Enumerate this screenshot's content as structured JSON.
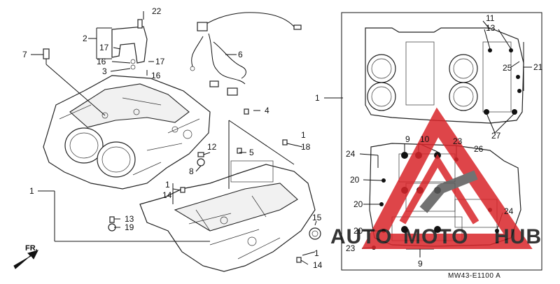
{
  "diagram": {
    "callouts": [
      {
        "id": "c22",
        "text": "22"
      },
      {
        "id": "c2",
        "text": "2"
      },
      {
        "id": "c17a",
        "text": "17"
      },
      {
        "id": "c17b",
        "text": "17"
      },
      {
        "id": "c7",
        "text": "7"
      },
      {
        "id": "c16a",
        "text": "16"
      },
      {
        "id": "c16b",
        "text": "16"
      },
      {
        "id": "c3",
        "text": "3"
      },
      {
        "id": "c6",
        "text": "6"
      },
      {
        "id": "c4",
        "text": "4"
      },
      {
        "id": "c1a",
        "text": "1"
      },
      {
        "id": "c18",
        "text": "18"
      },
      {
        "id": "c12",
        "text": "12"
      },
      {
        "id": "c5",
        "text": "5"
      },
      {
        "id": "c8",
        "text": "8"
      },
      {
        "id": "c1b",
        "text": "1"
      },
      {
        "id": "c14a",
        "text": "14"
      },
      {
        "id": "c1c",
        "text": "1"
      },
      {
        "id": "c13",
        "text": "13"
      },
      {
        "id": "c19",
        "text": "19"
      },
      {
        "id": "c15",
        "text": "15"
      },
      {
        "id": "c1d",
        "text": "1"
      },
      {
        "id": "c14b",
        "text": "14"
      },
      {
        "id": "c1e",
        "text": "1"
      },
      {
        "id": "r11",
        "text": "11"
      },
      {
        "id": "r13",
        "text": "13"
      },
      {
        "id": "r25",
        "text": "25"
      },
      {
        "id": "r21",
        "text": "21"
      },
      {
        "id": "r27",
        "text": "27"
      },
      {
        "id": "r9a",
        "text": "9"
      },
      {
        "id": "r10",
        "text": "10"
      },
      {
        "id": "r23a",
        "text": "23"
      },
      {
        "id": "r24a",
        "text": "24"
      },
      {
        "id": "r26",
        "text": "26"
      },
      {
        "id": "r20a",
        "text": "20"
      },
      {
        "id": "r20b",
        "text": "20"
      },
      {
        "id": "r24b",
        "text": "24"
      },
      {
        "id": "r20c",
        "text": "20"
      },
      {
        "id": "r23b",
        "text": "23"
      },
      {
        "id": "r9b",
        "text": "9"
      }
    ],
    "front_label": "FR.",
    "diagram_code": "MW43-E1100 A"
  },
  "watermark": {
    "text_a": "AUTO",
    "text_b": "MOTO",
    "text_c": "HUB",
    "color_red": "#d9252a",
    "color_orange": "#f0a64a",
    "color_gray": "#5a5a5a"
  }
}
